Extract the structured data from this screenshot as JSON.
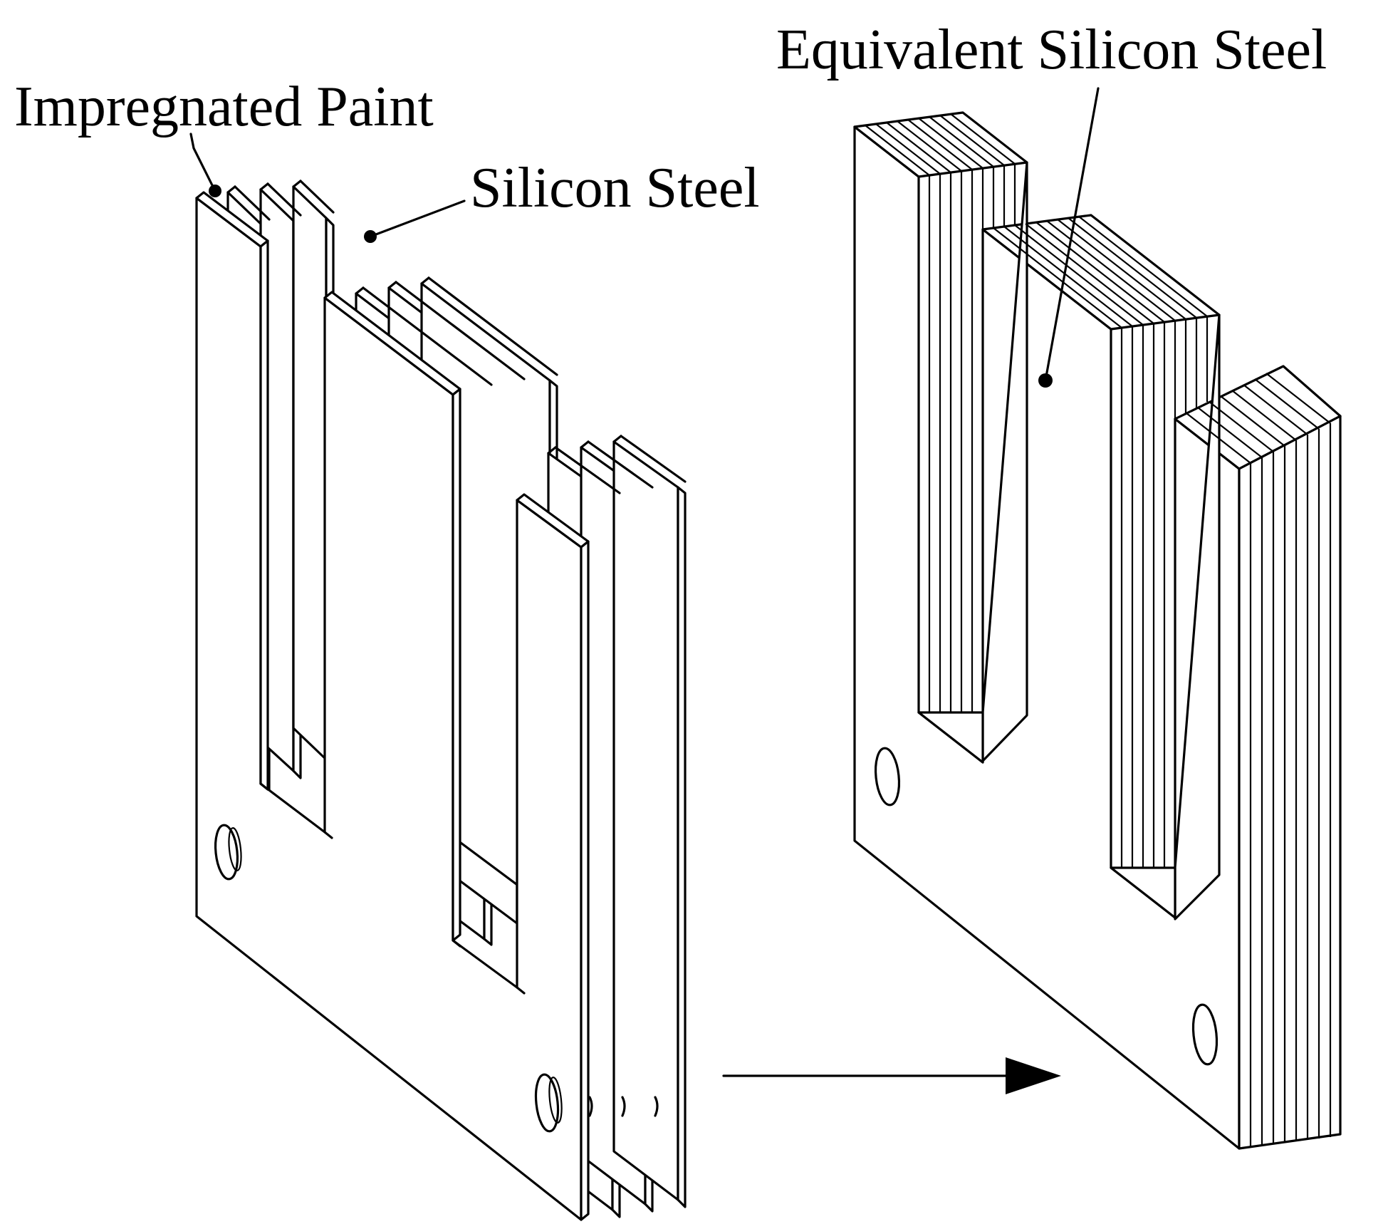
{
  "labels": {
    "impregnated_paint": "Impregnated Paint",
    "silicon_steel": "Silicon Steel",
    "equivalent_silicon_steel": "Equivalent Silicon Steel"
  },
  "colors": {
    "stroke": "#000000",
    "background": "#ffffff"
  }
}
